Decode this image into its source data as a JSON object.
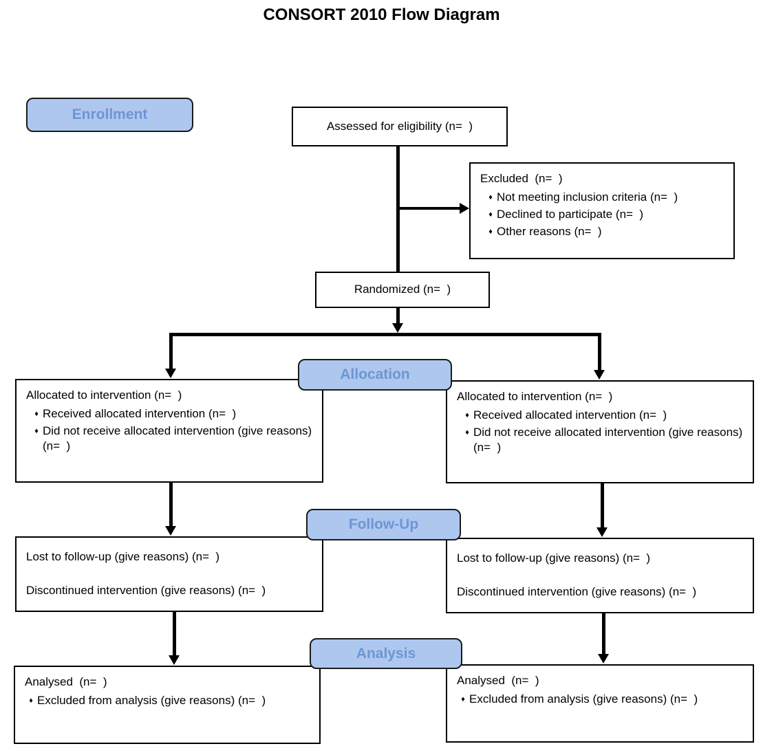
{
  "title": "CONSORT 2010 Flow Diagram",
  "bullet_glyph": "♦",
  "colors": {
    "stage_label_fill": "#AEC7EF",
    "stage_label_text": "#6D96D1",
    "box_border": "#000000",
    "background": "#FFFFFF"
  },
  "stage_labels": {
    "enrollment": "Enrollment",
    "allocation": "Allocation",
    "followup": "Follow-Up",
    "analysis": "Analysis"
  },
  "boxes": {
    "assessed": {
      "text": "Assessed for eligibility (n=  )"
    },
    "excluded": {
      "title": "Excluded  (n=  )",
      "bullets": [
        "Not meeting inclusion criteria (n=  )",
        "Declined to participate (n=  )",
        "Other reasons (n=  )"
      ]
    },
    "randomized": {
      "text": "Randomized (n=  )"
    },
    "allocation_left": {
      "title": "Allocated to intervention (n=  )",
      "bullets": [
        "Received allocated intervention (n=  )",
        "Did not receive allocated intervention (give reasons) (n=  )"
      ]
    },
    "allocation_right": {
      "title": "Allocated to intervention (n=  )",
      "bullets": [
        "Received allocated intervention (n=  )",
        "Did not receive allocated intervention (give reasons) (n=  )"
      ]
    },
    "followup_left": {
      "line1": "Lost to follow-up (give reasons) (n=  )",
      "line2": "Discontinued intervention (give reasons) (n=  )"
    },
    "followup_right": {
      "line1": "Lost to follow-up (give reasons) (n=  )",
      "line2": "Discontinued intervention (give reasons) (n=  )"
    },
    "analysis_left": {
      "title": "Analysed  (n=  )",
      "bullets": [
        "Excluded from analysis (give reasons) (n=  )"
      ]
    },
    "analysis_right": {
      "title": "Analysed  (n=  )",
      "bullets": [
        "Excluded from analysis (give reasons) (n=  )"
      ]
    }
  }
}
